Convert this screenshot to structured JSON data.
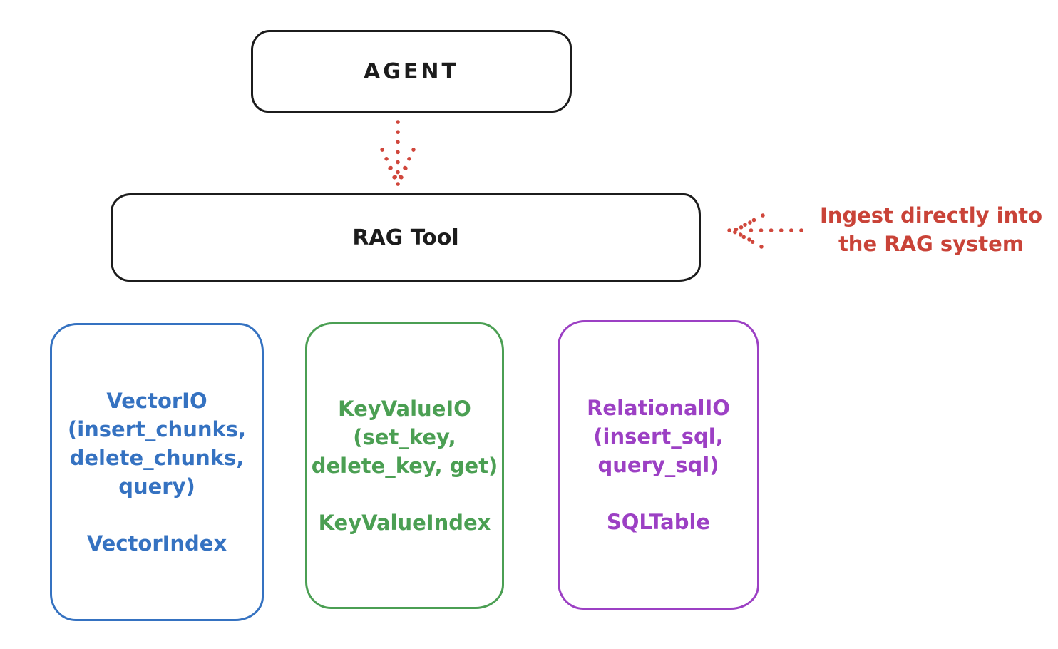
{
  "diagram": {
    "title_semantic": "RAG Tool architecture diagram",
    "agent_box": {
      "label": "AGENT"
    },
    "rag_box": {
      "label": "RAG Tool"
    },
    "annotation": {
      "line1": "Ingest directly into",
      "line2": "the RAG system"
    },
    "storage_boxes": [
      {
        "id": "vector-io",
        "lines": [
          "VectorIO",
          "(insert_chunks,",
          "delete_chunks,",
          "query)"
        ],
        "index_label": "VectorIndex",
        "color": "#3572c1"
      },
      {
        "id": "keyvalue-io",
        "lines": [
          "KeyValueIO",
          "(set_key,",
          "delete_key, get)"
        ],
        "index_label": "KeyValueIndex",
        "color": "#4b9f53"
      },
      {
        "id": "relational-io",
        "lines": [
          "RelationalIO",
          "(insert_sql,",
          "query_sql)"
        ],
        "index_label": "SQLTable",
        "color": "#9c40c4"
      }
    ],
    "arrows": [
      {
        "id": "agent-to-rag",
        "style": "dotted",
        "color": "#d0473c",
        "direction": "down"
      },
      {
        "id": "ingest-into-rag",
        "style": "dotted",
        "color": "#d0473c",
        "direction": "left"
      }
    ],
    "colors": {
      "ink": "#1c1c1c",
      "red": "#c94338",
      "blue": "#3572c1",
      "green": "#4b9f53",
      "purple": "#9c40c4",
      "background": "#ffffff"
    }
  }
}
